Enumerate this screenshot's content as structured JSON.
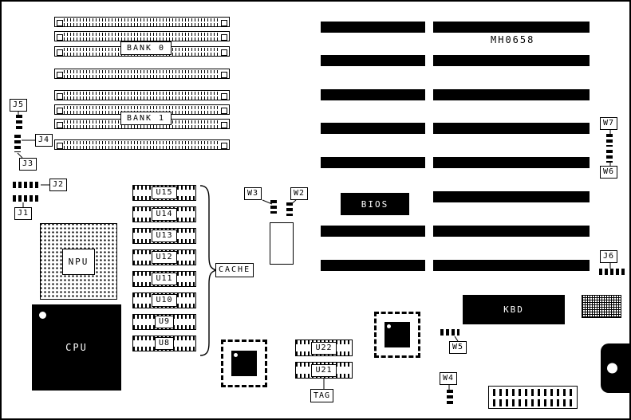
{
  "board": {
    "part_number": "MH0658",
    "ink_color": "#000000",
    "paper_color": "#ffffff"
  },
  "memory": {
    "bank0_label": "BANK 0",
    "bank1_label": "BANK 1"
  },
  "jumpers": {
    "j1": "J1",
    "j2": "J2",
    "j3": "J3",
    "j4": "J4",
    "j5": "J5",
    "j6": "J6",
    "w2": "W2",
    "w3": "W3",
    "w4": "W4",
    "w5": "W5",
    "w6": "W6",
    "w7": "W7"
  },
  "chips": {
    "npu_label": "NPU",
    "cpu_label": "CPU",
    "bios_label": "BIOS",
    "kbd_label": "KBD"
  },
  "cache": {
    "group_label": "CACHE",
    "chips": [
      "U15",
      "U14",
      "U13",
      "U12",
      "U11",
      "U10",
      "U9",
      "U8"
    ]
  },
  "tag": {
    "group_label": "TAG",
    "chips": [
      "U22",
      "U21"
    ]
  }
}
